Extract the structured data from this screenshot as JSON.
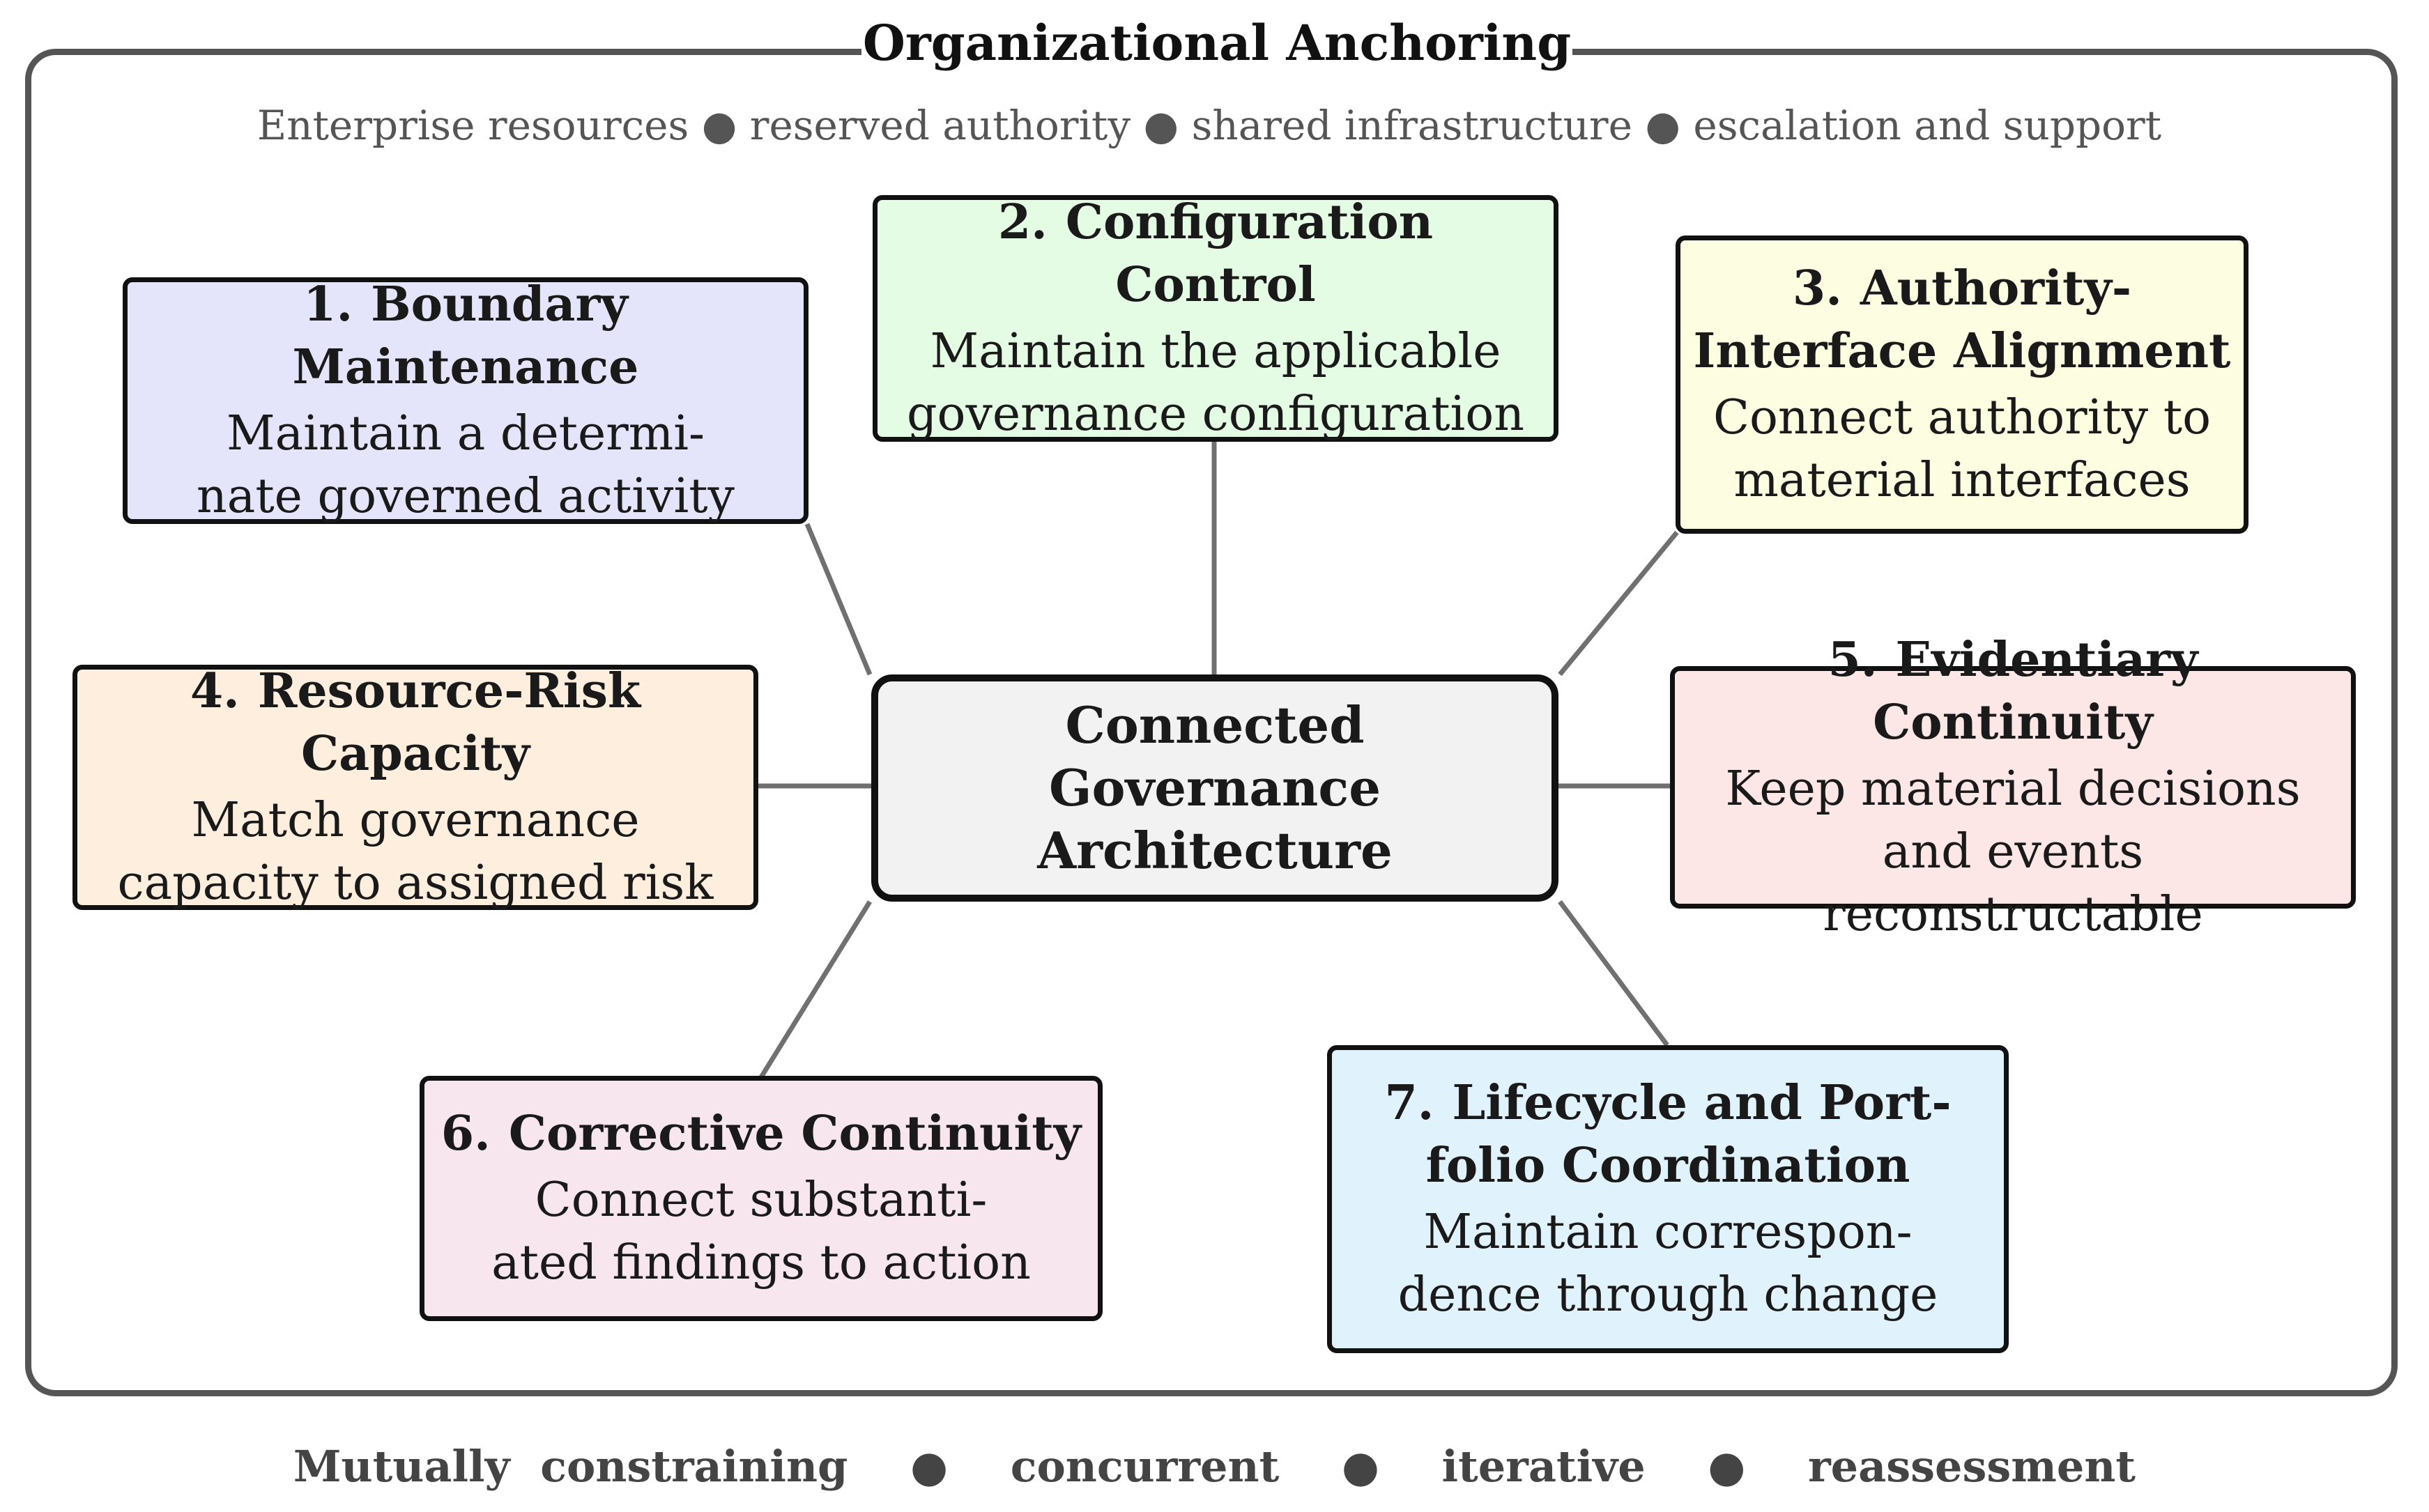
{
  "frame": {
    "title": "Organizational Anchoring",
    "subtitle": "Enterprise resources ● reserved authority ● shared infrastructure ● escalation and support"
  },
  "center": {
    "title_line1": "Connected Governance",
    "title_line2": "Architecture",
    "fill": "#f2f2f2"
  },
  "nodes": [
    {
      "number": "1.",
      "title_lines": [
        "Boundary Maintenance"
      ],
      "desc_lines": [
        "Maintain a determi-",
        "nate governed activity"
      ],
      "fill": "#e4e4fb"
    },
    {
      "number": "2.",
      "title_lines": [
        "Configuration Control"
      ],
      "desc_lines": [
        "Maintain the applicable",
        "governance configuration"
      ],
      "fill": "#e3fce3"
    },
    {
      "number": "3.",
      "title_lines": [
        "Authority-",
        "Interface Alignment"
      ],
      "desc_lines": [
        "Connect authority to",
        "material interfaces"
      ],
      "fill": "#fdfde2"
    },
    {
      "number": "4.",
      "title_lines": [
        "Resource-Risk Capacity"
      ],
      "desc_lines": [
        "Match governance",
        "capacity to assigned risk"
      ],
      "fill": "#fdeedd"
    },
    {
      "number": "5.",
      "title_lines": [
        "Evidentiary Continuity"
      ],
      "desc_lines": [
        "Keep material decisions",
        "and events reconstructable"
      ],
      "fill": "#fde6e6"
    },
    {
      "number": "6.",
      "title_lines": [
        "Corrective Continuity"
      ],
      "desc_lines": [
        "Connect substanti-",
        "ated findings to action"
      ],
      "fill": "#f8e6ee"
    },
    {
      "number": "7.",
      "title_lines": [
        "Lifecycle and Port-",
        "folio Coordination"
      ],
      "desc_lines": [
        "Maintain correspon-",
        "dence through change"
      ],
      "fill": "#e0f2fb"
    }
  ],
  "footer": {
    "items": [
      "Mutually constraining",
      "concurrent",
      "iterative",
      "reassessment"
    ],
    "separator": "●"
  },
  "colors": {
    "frame_border": "#555555",
    "connector": "#707070",
    "node_border": "#111111"
  }
}
